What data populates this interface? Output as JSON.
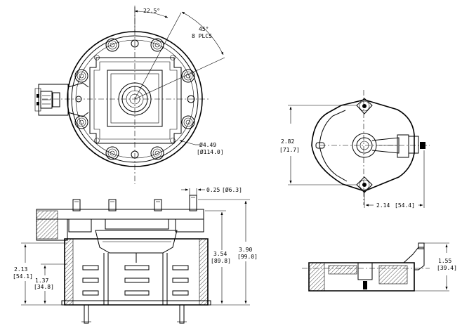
{
  "drawing": {
    "top_view": {
      "angle_label": "22.5°",
      "spacing_angle": "45°",
      "spacing_count": "8 PLCS",
      "diameter_in": "Ø4.49",
      "diameter_mm": "[Ø114.0]"
    },
    "rotor_view": {
      "height_in": "2.82",
      "height_mm": "[71.7]",
      "length_in": "2.14",
      "length_mm": "[54.4]"
    },
    "side_view": {
      "pin_in": "0.25",
      "pin_mm": "[Ø6.3]",
      "total_in": "3.90",
      "total_mm": "[99.0]",
      "mid_in": "3.54",
      "mid_mm": "[89.8]",
      "left_in": "2.13",
      "left_mm": "[54.1]",
      "low_in": "1.37",
      "low_mm": "[34.8]"
    },
    "rotor_side_view": {
      "height_in": "1.55",
      "height_mm": "[39.4]"
    }
  }
}
